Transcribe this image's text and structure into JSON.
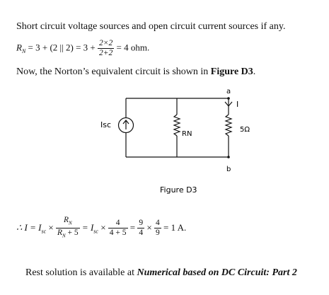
{
  "text": {
    "line1": "Short circuit voltage sources and open circuit current sources if any.",
    "req_lhs": "R",
    "req_sub": "N",
    "req_mid": " = 3 + (2 || 2) = 3 + ",
    "req_num": "2×2",
    "req_den": "2+2",
    "req_rhs": " = 4 ohm.",
    "line3_pre": "Now, the Norton’s equivalent circuit is shown in ",
    "line3_bold": "Figure D3",
    "line3_post": ".",
    "final_pre": "∴ I = I",
    "final_sub": "sc",
    "final_times": " × ",
    "final_f1_num": "R",
    "final_f1_num_sub": "N",
    "final_f1_den": "R",
    "final_f1_den_sub": "N",
    "final_f1_den_tail": " + 5",
    "final_eq1": " = I",
    "final_eq1_sub": "sc",
    "final_times2": " × ",
    "final_f2_num": "4",
    "final_f2_den": "4 + 5",
    "final_eq2": " = ",
    "final_f3_num": "9",
    "final_f3_den": "4",
    "final_times3": " × ",
    "final_f4_num": "4",
    "final_f4_den": "9",
    "final_result": " = 1 A.",
    "rest_pre": "Rest solution is available at ",
    "rest_link": "Numerical based on DC Circuit: Part 2"
  },
  "figure": {
    "label_isc": "Isc",
    "label_rn": "RN",
    "label_5ohm": "5Ω",
    "label_I": "I",
    "label_a": "a",
    "label_b": "b",
    "caption": "Figure D3"
  }
}
